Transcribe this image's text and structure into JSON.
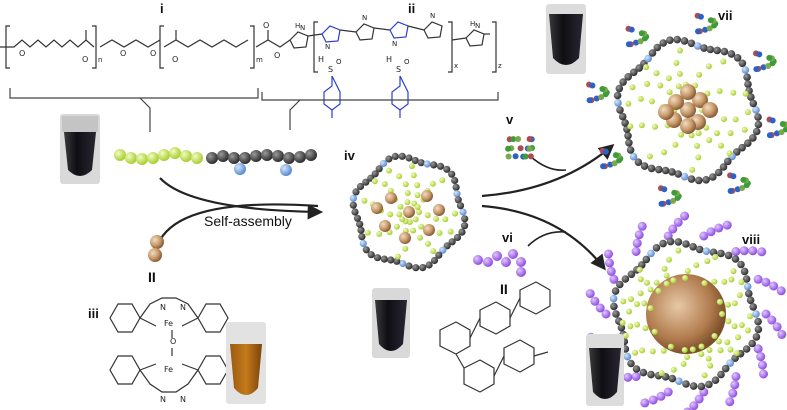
{
  "panels": {
    "i": "i",
    "ii": "ii",
    "iii": "iii",
    "iv": "iv",
    "v": "v",
    "vi": "vi",
    "vii": "vii",
    "viii": "viii"
  },
  "step_label": "Self-assembly",
  "connector_symbol": "II",
  "formula": {
    "subscript_n": "n",
    "subscript_m": "m",
    "subscript_x": "x",
    "subscript_z": "z",
    "atom_H": "H",
    "atom_N": "N",
    "atom_O": "O",
    "atom_S": "S",
    "atom_Fe": "Fe"
  },
  "colors": {
    "peg_block": "#c9e65a",
    "ppy_block": "#4a4a4a",
    "ppy_dopant": "#7aa6d8",
    "iron_complex": "#c99a6a",
    "sugar_shell": "#a86cf0",
    "tosylate": "#2b3fd0"
  }
}
